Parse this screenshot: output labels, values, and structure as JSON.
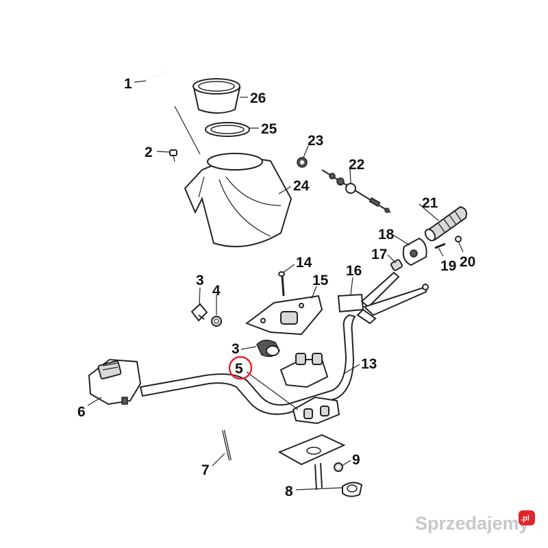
{
  "callouts": [
    {
      "id": "c1",
      "text": "1"
    },
    {
      "id": "c2",
      "text": "2"
    },
    {
      "id": "c3a",
      "text": "3"
    },
    {
      "id": "c3b",
      "text": "3"
    },
    {
      "id": "c4",
      "text": "4"
    },
    {
      "id": "c5",
      "text": "5"
    },
    {
      "id": "c6",
      "text": "6"
    },
    {
      "id": "c7",
      "text": "7"
    },
    {
      "id": "c8",
      "text": "8"
    },
    {
      "id": "c9",
      "text": "9"
    },
    {
      "id": "c13",
      "text": "13"
    },
    {
      "id": "c14",
      "text": "14"
    },
    {
      "id": "c15",
      "text": "15"
    },
    {
      "id": "c16",
      "text": "16"
    },
    {
      "id": "c17",
      "text": "17"
    },
    {
      "id": "c18",
      "text": "18"
    },
    {
      "id": "c19",
      "text": "19"
    },
    {
      "id": "c20",
      "text": "20"
    },
    {
      "id": "c21",
      "text": "21"
    },
    {
      "id": "c22",
      "text": "22"
    },
    {
      "id": "c23",
      "text": "23"
    },
    {
      "id": "c24",
      "text": "24"
    },
    {
      "id": "c25",
      "text": "25"
    },
    {
      "id": "c26",
      "text": "26"
    }
  ],
  "highlight": {
    "callout": "5",
    "color": "#e0262b"
  },
  "watermark": {
    "text": "Sprzedajemy",
    "badge": ".pl",
    "badge_color": "#e0262b"
  },
  "colors": {
    "line": "#222222",
    "fill_gray": "#d9d9d9",
    "background": "#ffffff"
  }
}
